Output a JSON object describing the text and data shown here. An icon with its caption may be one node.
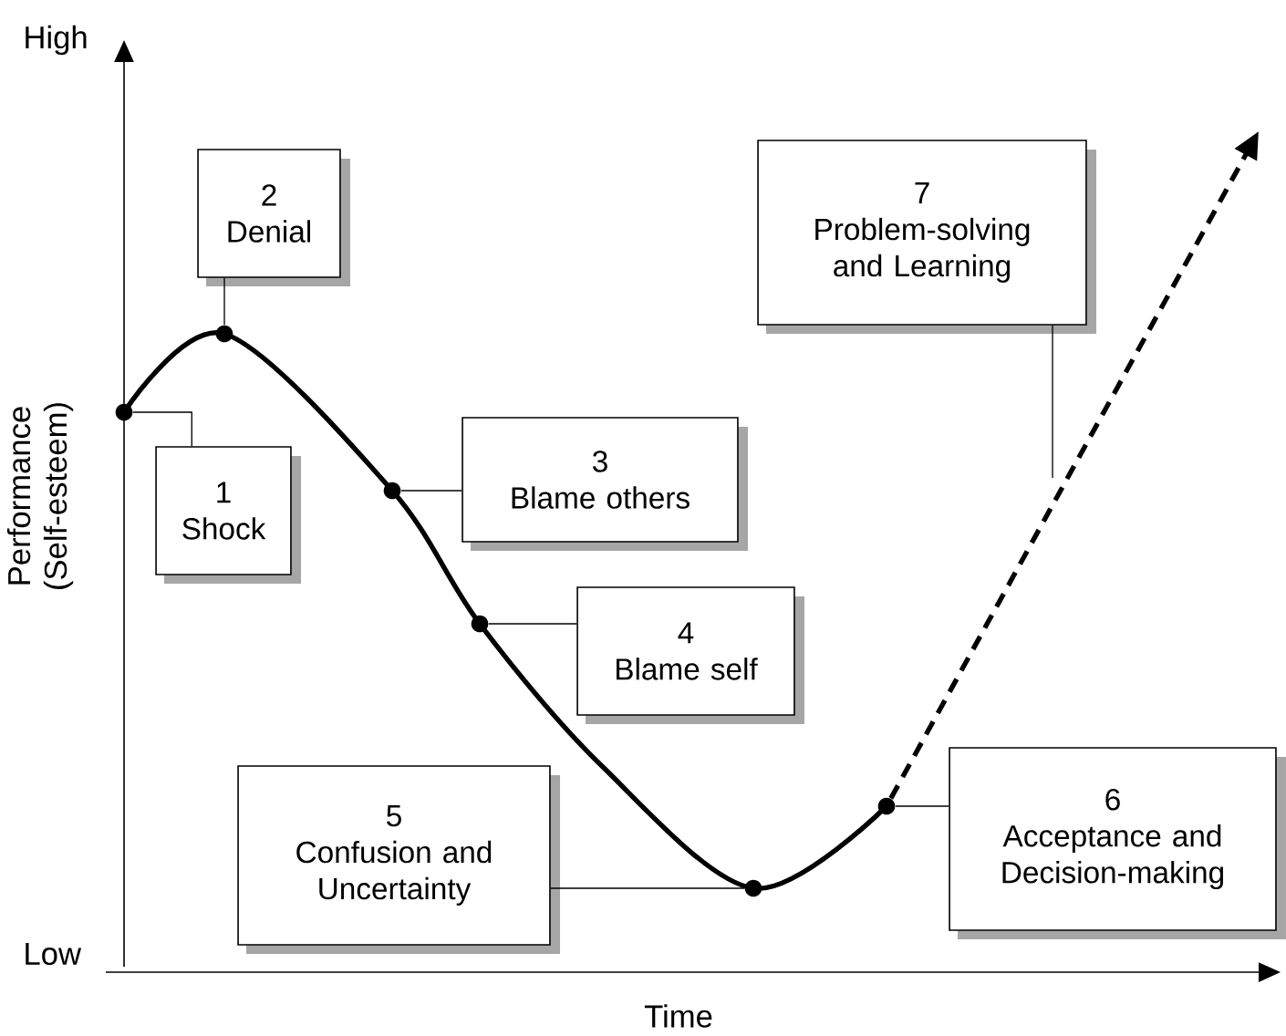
{
  "diagram": {
    "nodes": [
      {
        "text": [
          "1",
          "Shock"
        ]
      },
      {
        "text": [
          "2",
          "Denial"
        ]
      },
      {
        "text": [
          "3",
          "Blame others"
        ]
      },
      {
        "text": [
          "4",
          "Blame self"
        ]
      },
      {
        "text": [
          "5",
          "Confusion and Uncertainty"
        ]
      },
      {
        "text": [
          "6",
          "Acceptance and Decision-making"
        ]
      },
      {
        "text": [
          "7",
          "Problem-solving and Learning"
        ]
      },
      {
        "text": [],
        "shape": "circle"
      },
      {
        "text": [],
        "shape": "circle"
      },
      {
        "text": [],
        "shape": "circle"
      },
      {
        "text": [],
        "shape": "circle"
      },
      {
        "text": [],
        "shape": "circle"
      },
      {
        "text": [],
        "shape": "circle"
      }
    ],
    "edges": [
      {
        "from": 0,
        "to": 7,
        "arrow": "none"
      },
      {
        "from": 1,
        "to": 8,
        "arrow": "none"
      },
      {
        "from": 2,
        "to": 9,
        "arrow": "none"
      },
      {
        "from": 3,
        "to": 10,
        "arrow": "none"
      },
      {
        "from": 4,
        "to": 11,
        "arrow": "none"
      },
      {
        "from": 5,
        "to": 12,
        "arrow": "none"
      },
      {
        "from": 6,
        "to": null,
        "arrow": "none"
      },
      {
        "from": 12,
        "to": null,
        "arrow": "to",
        "style": "dashed"
      }
    ],
    "labels": [
      "High",
      "Performance (Self-esteem)",
      "Low",
      "Time"
    ]
  }
}
